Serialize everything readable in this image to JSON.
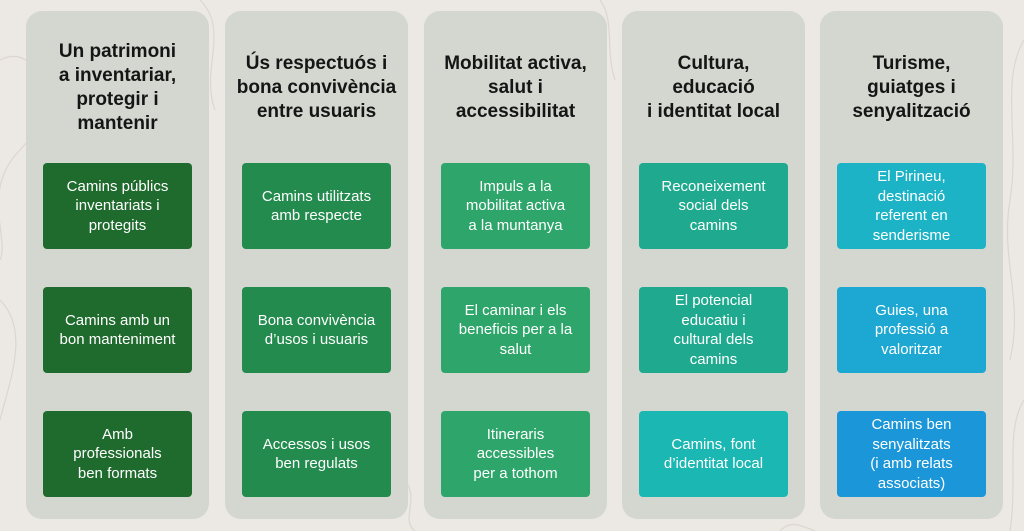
{
  "columns": [
    {
      "title": "Un patrimoni\na inventariar,\nprotegir i\nmantenir",
      "cards": [
        {
          "text": "Camins públics\ninventariats i\nprotegits",
          "color": "#1f6b2e"
        },
        {
          "text": "Camins amb un\nbon manteniment",
          "color": "#1f6b2e"
        },
        {
          "text": "Amb\nprofessionals\nben formats",
          "color": "#1f6b2e"
        }
      ]
    },
    {
      "title": "Ús respectuós i\nbona convivència\nentre usuaris",
      "cards": [
        {
          "text": "Camins utilitzats\namb respecte",
          "color": "#238b4e"
        },
        {
          "text": "Bona convivència\nd’usos i usuaris",
          "color": "#238b4e"
        },
        {
          "text": "Accessos i usos\nben regulats",
          "color": "#238b4e"
        }
      ]
    },
    {
      "title": "Mobilitat activa,\nsalut i\naccessibilitat",
      "cards": [
        {
          "text": "Impuls a la\nmobilitat activa\na la muntanya",
          "color": "#2ea56a"
        },
        {
          "text": "El caminar i els\nbeneficis per a la\nsalut",
          "color": "#2ea56a"
        },
        {
          "text": "Itineraris\naccessibles\nper a tothom",
          "color": "#2ea56a"
        }
      ]
    },
    {
      "title": "Cultura,\neducació\ni identitat local",
      "cards": [
        {
          "text": "Reconeixement\nsocial dels\ncamins",
          "color": "#1faa90"
        },
        {
          "text": "El potencial\neducatiu i\ncultural dels\ncamins",
          "color": "#1faa90"
        },
        {
          "text": "Camins, font\nd’identitat local",
          "color": "#1bb7b2"
        }
      ]
    },
    {
      "title": "Turisme,\nguiatges i\nsenyalització",
      "cards": [
        {
          "text": "El Pirineu,\ndestinació\nreferent en\nsenderisme",
          "color": "#1cb3c6"
        },
        {
          "text": "Guies, una\nprofessió a\nvaloritzar",
          "color": "#1ca8d2"
        },
        {
          "text": "Camins ben\nsenyalitzats\n(i amb relats\nassociats)",
          "color": "#1b96d8"
        }
      ]
    }
  ]
}
